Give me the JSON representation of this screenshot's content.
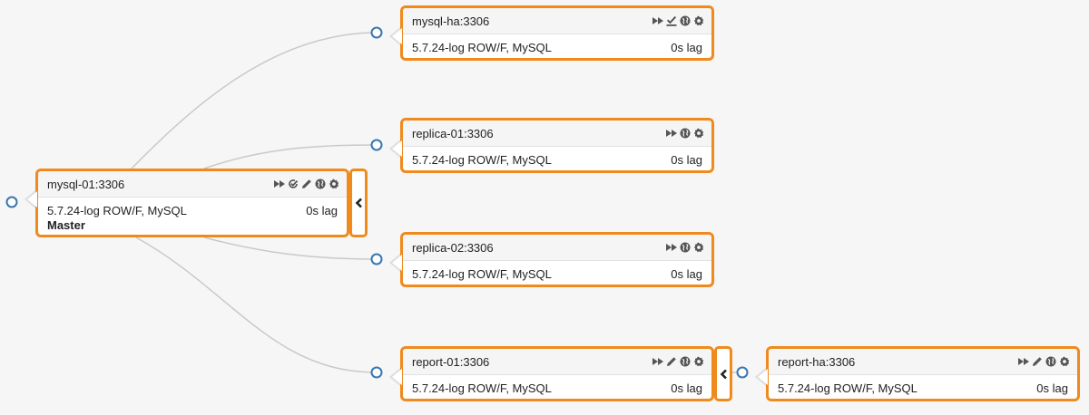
{
  "nodes": [
    {
      "id": "mysql-01",
      "host": "mysql-01:3306",
      "version": "5.7.24-log ROW/F, MySQL",
      "lag": "0s lag",
      "role": "Master",
      "icons": [
        "fast-forward-icon",
        "check-circle-icon",
        "pencil-icon",
        "globe-icon",
        "gear-icon"
      ]
    },
    {
      "id": "mysql-ha",
      "host": "mysql-ha:3306",
      "version": "5.7.24-log ROW/F, MySQL",
      "lag": "0s lag",
      "icons": [
        "fast-forward-icon",
        "download-check-icon",
        "globe-icon",
        "gear-icon"
      ]
    },
    {
      "id": "replica-01",
      "host": "replica-01:3306",
      "version": "5.7.24-log ROW/F, MySQL",
      "lag": "0s lag",
      "icons": [
        "fast-forward-icon",
        "globe-icon",
        "gear-icon"
      ]
    },
    {
      "id": "replica-02",
      "host": "replica-02:3306",
      "version": "5.7.24-log ROW/F, MySQL",
      "lag": "0s lag",
      "icons": [
        "fast-forward-icon",
        "globe-icon",
        "gear-icon"
      ]
    },
    {
      "id": "report-01",
      "host": "report-01:3306",
      "version": "5.7.24-log ROW/F, MySQL",
      "lag": "0s lag",
      "icons": [
        "fast-forward-icon",
        "pencil-icon",
        "globe-icon",
        "gear-icon"
      ]
    },
    {
      "id": "report-ha",
      "host": "report-ha:3306",
      "version": "5.7.24-log ROW/F, MySQL",
      "lag": "0s lag",
      "icons": [
        "fast-forward-icon",
        "pencil-icon",
        "globe-icon",
        "gear-icon"
      ]
    }
  ],
  "edges": [
    {
      "from": "mysql-01",
      "to": "mysql-ha"
    },
    {
      "from": "mysql-01",
      "to": "replica-01"
    },
    {
      "from": "mysql-01",
      "to": "replica-02"
    },
    {
      "from": "mysql-01",
      "to": "report-01"
    },
    {
      "from": "report-01",
      "to": "report-ha"
    }
  ],
  "colors": {
    "accent": "#f08a1c",
    "connector": "#3777b0",
    "link": "#c9c9c9"
  }
}
